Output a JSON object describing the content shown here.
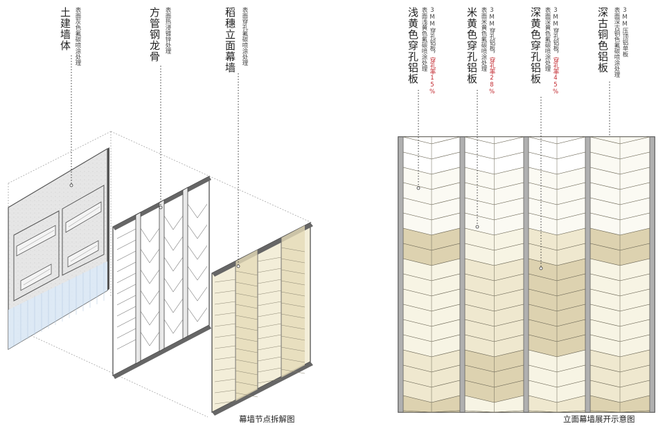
{
  "exploded": {
    "caption": "幕墙节点拆解图",
    "labels": [
      {
        "title": "土建墙体",
        "desc": "表面灰色氟碳喷涂处理",
        "desc_red": ""
      },
      {
        "title": "方管钢龙骨",
        "desc": "表面热浸镀锌处理",
        "desc_red": ""
      },
      {
        "title": "稻穗立面幕墙",
        "desc": "表面穿孔氟碳喷涂处理",
        "desc_red": ""
      }
    ]
  },
  "elevation": {
    "caption": "立面幕墙展开示意图",
    "labels": [
      {
        "title": "浅黄色穿孔铝板",
        "desc1": "3MM穿孔铝板，",
        "desc_red": "穿孔率15%",
        "desc2": "表面浅黄色氟碳喷涂处理"
      },
      {
        "title": "米黄色穿孔铝板",
        "desc1": "3MM穿孔铝板，",
        "desc_red": "穿孔率28%",
        "desc2": "表面米黄色氟碳喷涂处理"
      },
      {
        "title": "深黄色穿孔铝板",
        "desc1": "3MM穿孔铝板，",
        "desc_red": "穿孔率45%",
        "desc2": "表面深黄色氟碳喷涂处理"
      },
      {
        "title": "深古铜色铝板",
        "desc1": "3MM压顶铝单板",
        "desc_red": "",
        "desc2": "表面深古铜色氟碳喷涂处理"
      }
    ]
  },
  "colors": {
    "light_yellow": "#f7f4e4",
    "cream": "#efe8cf",
    "deep_yellow": "#ddd2b0",
    "bronze_frame": "#a9a9a9",
    "red_text": "#c0262d"
  }
}
